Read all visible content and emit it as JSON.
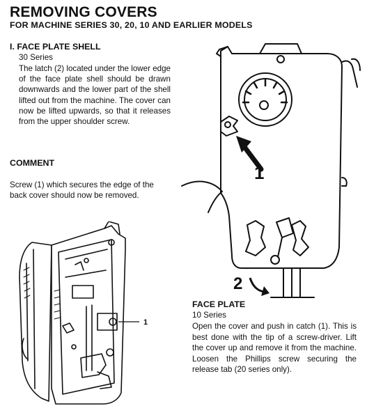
{
  "page": {
    "title": "REMOVING COVERS",
    "subtitle": "FOR MACHINE SERIES 30, 20, 10 AND EARLIER MODELS"
  },
  "section_face_plate_shell": {
    "heading": "I. FACE PLATE SHELL",
    "series": "30 Series",
    "body": "The latch (2) located under the lower edge of the face plate shell should be drawn downwards and the lower part of the shell lifted out from the machine. The cover can now be lifted upwards, so that it releases from the upper shoulder screw."
  },
  "section_comment": {
    "heading": "COMMENT",
    "body": "Screw (1) which secures the edge of the back cover should now be removed."
  },
  "section_face_plate": {
    "heading": "FACE PLATE",
    "series": "10 Series",
    "body": "Open the cover and push in catch (1). This is best done with the tip of a screw-driver. Lift the cover up and remove it from the machine. Loosen the Phillips screw securing the release tab (20 series only)."
  },
  "figures": {
    "top_right": {
      "callout_1": "1",
      "callout_2": "2"
    },
    "bottom_left": {
      "callout_1": "1"
    }
  }
}
